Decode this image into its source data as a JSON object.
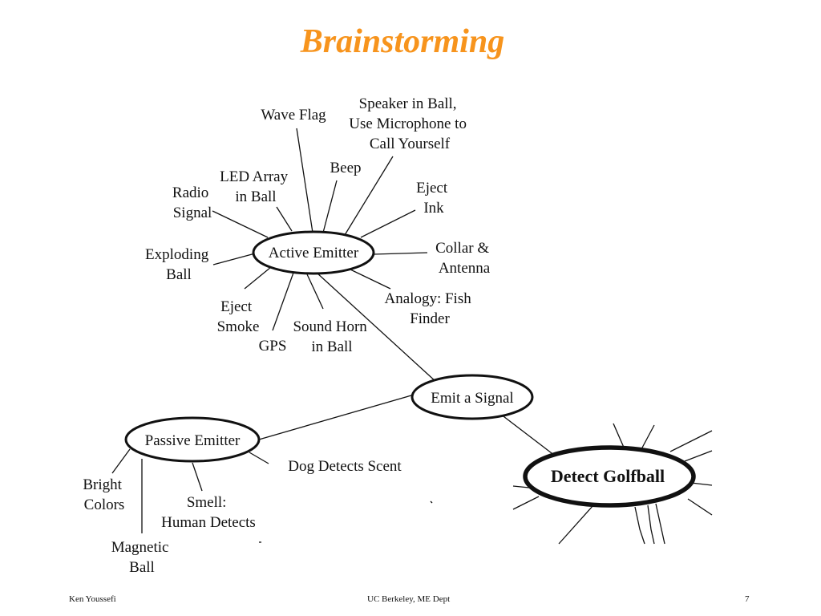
{
  "slide": {
    "title": "Brainstorming",
    "footer": {
      "left": "Ken Youssefi",
      "center": "UC Berkeley, ME Dept",
      "page": "7"
    }
  },
  "diagram": {
    "nodes": {
      "active_emitter": "Active Emitter",
      "emit_signal": "Emit a Signal",
      "passive_emitter": "Passive Emitter",
      "detect_golfball": "Detect Golfball"
    },
    "ideas": {
      "wave_flag": [
        "Wave Flag"
      ],
      "speaker": [
        "Speaker in Ball,",
        "Use Microphone to",
        "Call Yourself"
      ],
      "beep": [
        "Beep"
      ],
      "led_array": [
        "LED Array",
        "in Ball"
      ],
      "radio_signal": [
        "Radio",
        "Signal"
      ],
      "eject_ink": [
        "Eject",
        "Ink"
      ],
      "exploding_ball": [
        "Exploding",
        "Ball"
      ],
      "collar_antenna": [
        "Collar &",
        "Antenna"
      ],
      "eject_smoke": [
        "Eject",
        "Smoke"
      ],
      "gps": [
        "GPS"
      ],
      "sound_horn": [
        "Sound Horn",
        "in Ball"
      ],
      "fish_finder": [
        "Analogy: Fish",
        "Finder"
      ],
      "bright_colors": [
        "Bright",
        "Colors"
      ],
      "magnetic_ball": [
        "Magnetic",
        "Ball"
      ],
      "smell": [
        "Smell:",
        "Human Detects"
      ],
      "dog_scent": [
        "Dog Detects Scent"
      ]
    }
  }
}
